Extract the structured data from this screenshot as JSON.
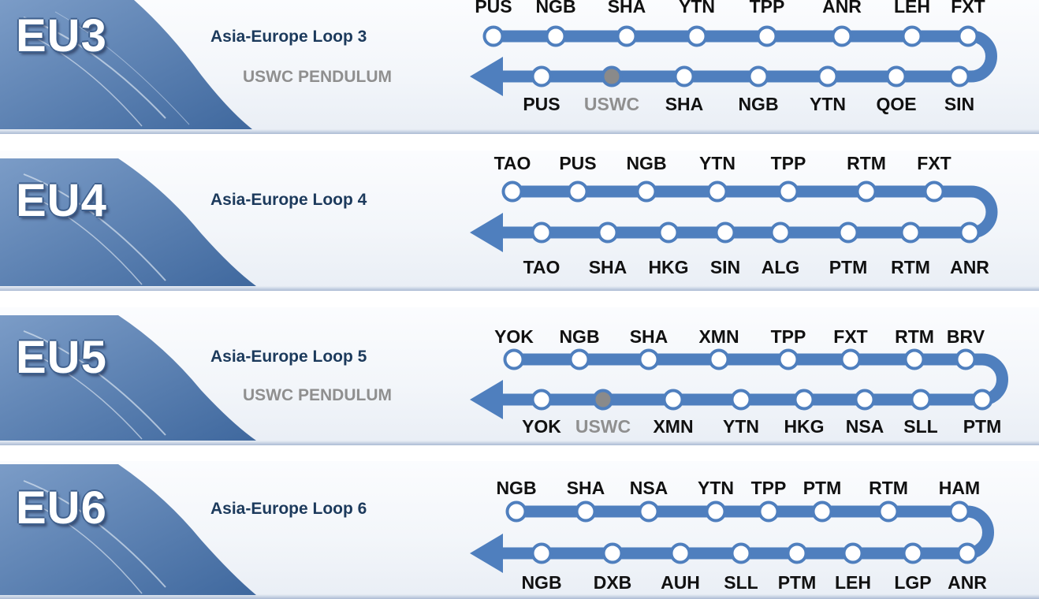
{
  "colors": {
    "route_line": "#4f7fbe",
    "stop_fill": "#ffffff",
    "pendulum_stop": "#8a8a8a",
    "pendulum_text": "#8f8f8f",
    "port_text": "#111111",
    "title_text": "#1c3a5c",
    "code_outline": "#3e5f8c"
  },
  "loops": [
    {
      "code": "EU3",
      "title": "Asia-Europe Loop 3",
      "pendulum": "USWC PENDULUM",
      "top_ports": [
        "PUS",
        "NGB",
        "SHA",
        "YTN",
        "TPP",
        "ANR",
        "LEH",
        "FXT"
      ],
      "bottom_ports": [
        "PUS",
        "USWC",
        "SHA",
        "NGB",
        "YTN",
        "QOE",
        "SIN"
      ],
      "bottom_pendulum_index": 1
    },
    {
      "code": "EU4",
      "title": "Asia-Europe Loop 4",
      "pendulum": "",
      "top_ports": [
        "TAO",
        "PUS",
        "NGB",
        "YTN",
        "TPP",
        "RTM",
        "FXT"
      ],
      "bottom_ports": [
        "TAO",
        "SHA",
        "HKG",
        "SIN",
        "ALG",
        "PTM",
        "RTM",
        "ANR"
      ],
      "bottom_pendulum_index": -1
    },
    {
      "code": "EU5",
      "title": "Asia-Europe Loop 5",
      "pendulum": "USWC PENDULUM",
      "top_ports": [
        "YOK",
        "NGB",
        "SHA",
        "XMN",
        "TPP",
        "FXT",
        "RTM",
        "BRV"
      ],
      "bottom_ports": [
        "YOK",
        "USWC",
        "XMN",
        "YTN",
        "HKG",
        "NSA",
        "SLL",
        "PTM"
      ],
      "bottom_pendulum_index": 1
    },
    {
      "code": "EU6",
      "title": "Asia-Europe Loop 6",
      "pendulum": "",
      "top_ports": [
        "NGB",
        "SHA",
        "NSA",
        "YTN",
        "TPP",
        "PTM",
        "RTM",
        "HAM"
      ],
      "bottom_ports": [
        "NGB",
        "DXB",
        "AUH",
        "SLL",
        "PTM",
        "LEH",
        "LGP",
        "ANR"
      ],
      "bottom_pendulum_index": -1
    }
  ]
}
